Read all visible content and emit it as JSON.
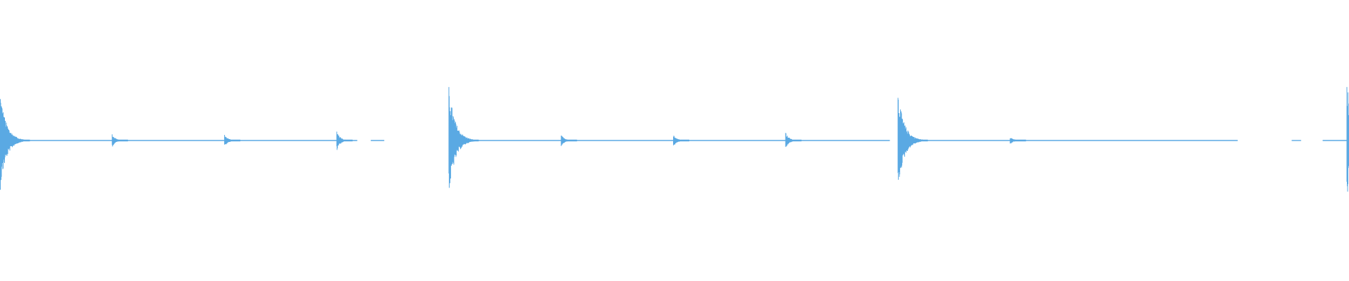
{
  "waveform": {
    "color": "#5aa9e3",
    "background": "#ffffff",
    "transients": [
      {
        "at": 0.0,
        "peak": 0.78,
        "decay": "long"
      },
      {
        "at": 0.0833,
        "peak": 0.1,
        "decay": "short"
      },
      {
        "at": 0.1667,
        "peak": 0.1,
        "decay": "short"
      },
      {
        "at": 0.25,
        "peak": 0.16,
        "decay": "short"
      },
      {
        "at": 0.3333,
        "peak": 0.86,
        "decay": "long"
      },
      {
        "at": 0.4167,
        "peak": 0.09,
        "decay": "short"
      },
      {
        "at": 0.5,
        "peak": 0.1,
        "decay": "short"
      },
      {
        "at": 0.5833,
        "peak": 0.13,
        "decay": "short"
      },
      {
        "at": 0.6667,
        "peak": 0.76,
        "decay": "long"
      },
      {
        "at": 0.75,
        "peak": 0.06,
        "decay": "short"
      },
      {
        "at": 1.0,
        "peak": 0.92,
        "decay": "long"
      }
    ],
    "noise_segments": [
      {
        "from": 0.0,
        "to": 0.265
      },
      {
        "from": 0.275,
        "to": 0.285
      },
      {
        "from": 0.3333,
        "to": 0.66
      },
      {
        "from": 0.6667,
        "to": 0.918
      },
      {
        "from": 0.958,
        "to": 0.965
      },
      {
        "from": 0.981,
        "to": 1.0
      }
    ]
  }
}
